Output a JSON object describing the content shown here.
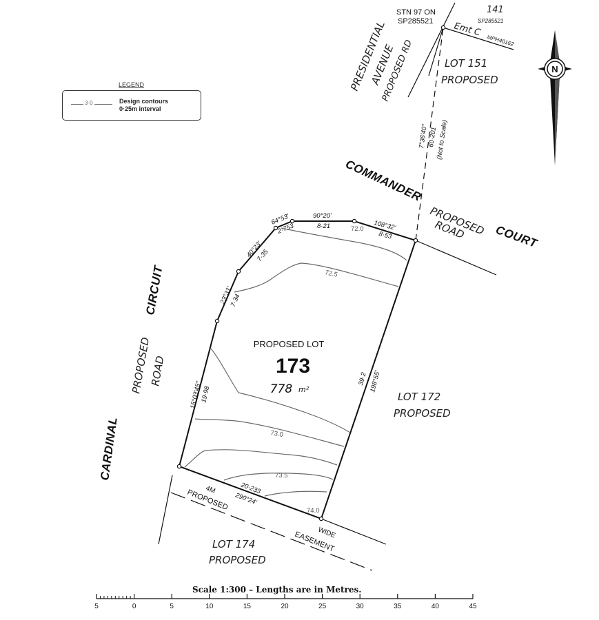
{
  "legend": {
    "title": "LEGEND",
    "sample": "3·0",
    "line1": "Design contours",
    "line2": "0·25m interval"
  },
  "roads": {
    "commander": "COMMANDER",
    "court": "COURT",
    "circuit": "CIRCUIT",
    "cardinal": "CARDINAL",
    "proposed_road_1": "PROPOSED",
    "proposed_road_2": "ROAD",
    "presidential_1": "PRESIDENTIAL",
    "presidential_2": "AVENUE",
    "presidential_3": "PROPOSED RD"
  },
  "station": {
    "line1": "STN 97 ON",
    "line2": "SP285521",
    "lot_141": "141",
    "sp_141": "SP285521",
    "emt": "Emt C",
    "mph": "MPH40162"
  },
  "lots": {
    "main_caption": "PROPOSED LOT",
    "main_number": "173",
    "main_area": "778",
    "main_area_unit": "m²",
    "lot151": "LOT 151",
    "lot172": "LOT 172",
    "lot174": "LOT 174",
    "proposed": "PROPOSED"
  },
  "dimensions": {
    "bearing_long": "7°36'40\"",
    "dist_long": "60·201",
    "not_to_scale": "(Not to Scale)",
    "b1": "90°20'",
    "d1": "8·21",
    "b2": "108°32'",
    "d2": "8·53",
    "b3": "64°53'",
    "d3": "2·753",
    "b4": "40°23'",
    "d4": "7·35",
    "b5": "23°31'",
    "d5": "7·34",
    "b6": "15°03'45\"",
    "d6": "19·98",
    "b7": "198°55'",
    "d7": "39·2",
    "b8": "290°24'",
    "d8": "20·233"
  },
  "contours": [
    "72.0",
    "72.5",
    "73.0",
    "73.5",
    "74.0"
  ],
  "easement": {
    "left_1": "4M",
    "left_2": "PROPOSED",
    "right_1": "WIDE",
    "right_2": "EASEMENT"
  },
  "north": "N",
  "scale": {
    "title": "Scale 1:300 – Lengths are in Metres.",
    "ticks": [
      "5",
      "0",
      "5",
      "10",
      "15",
      "20",
      "25",
      "30",
      "35",
      "40",
      "45"
    ]
  }
}
